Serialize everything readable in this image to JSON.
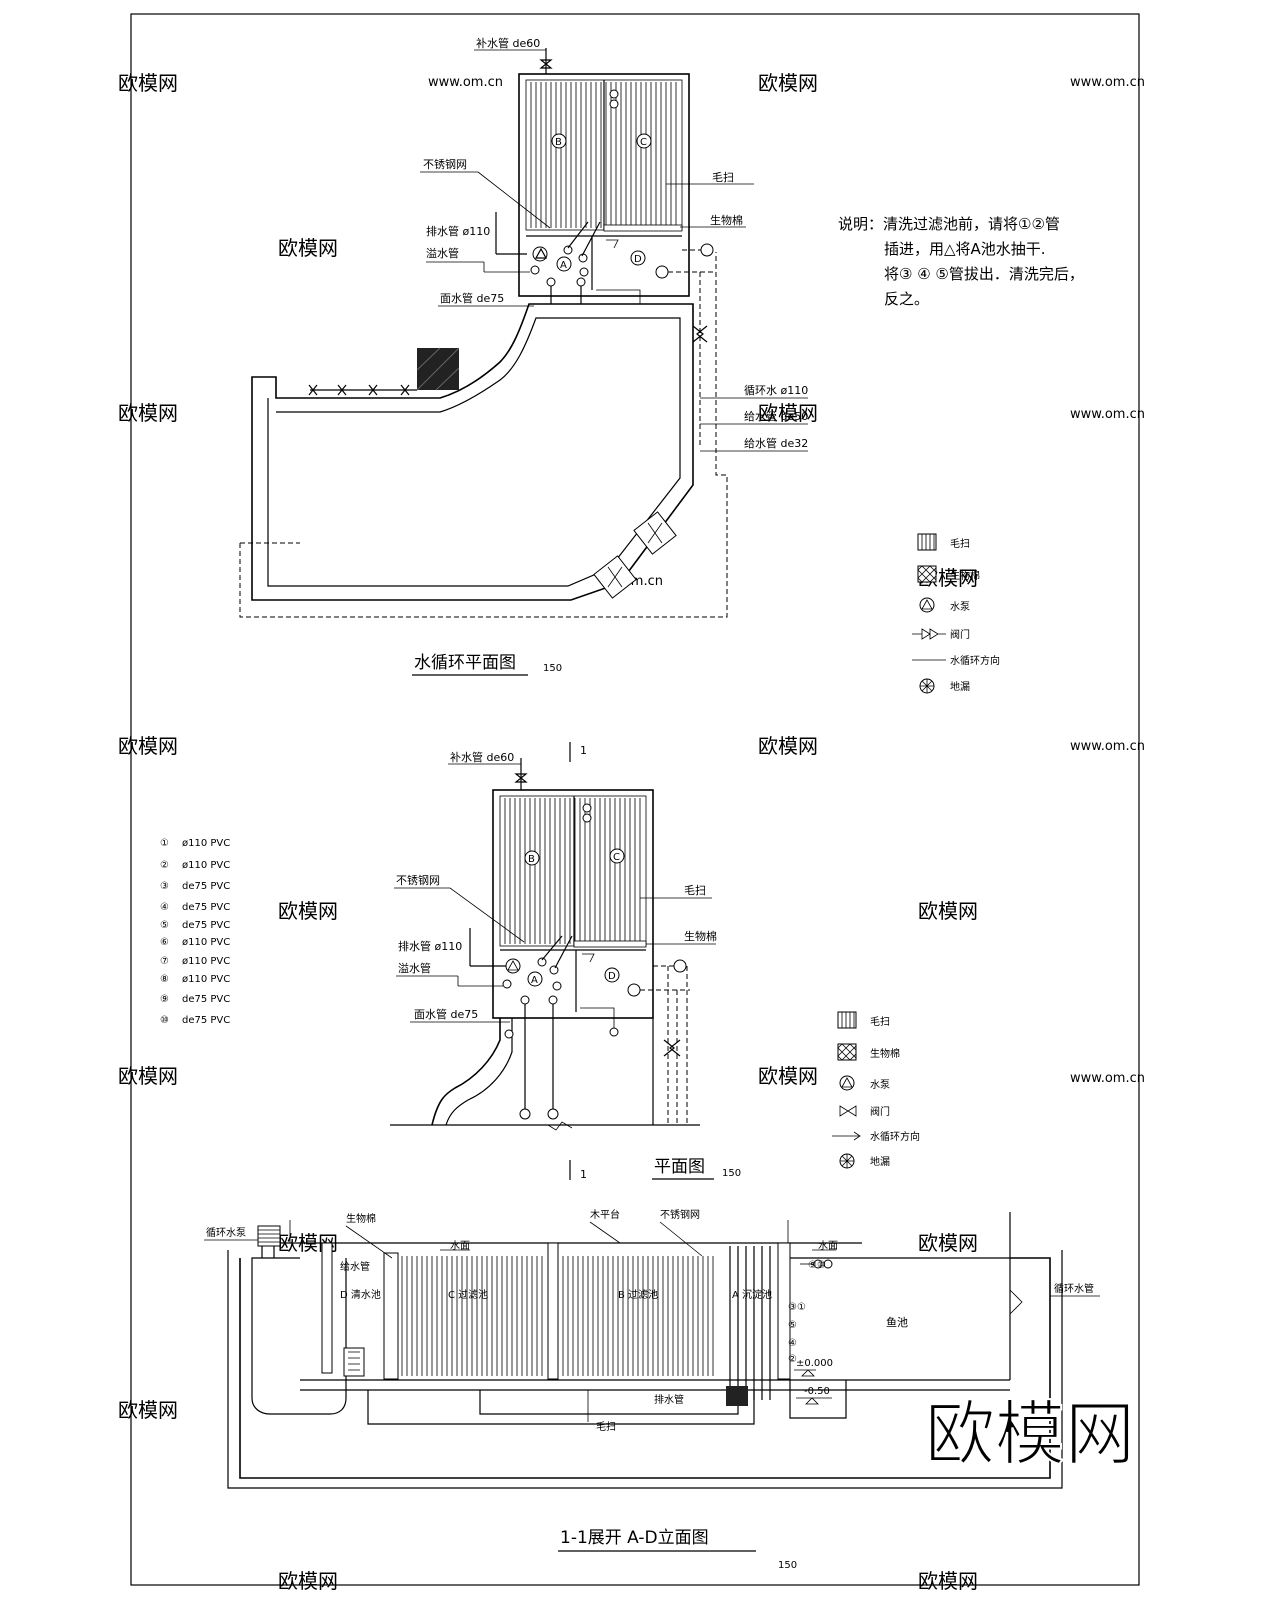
{
  "plan1": {
    "title": "水循环平面图",
    "scale": "150",
    "labels": {
      "makeup": "补水管 de60",
      "mesh": "不锈钢网",
      "drain": "排水管 ø110",
      "overflow": "溢水管",
      "surface": "面水管 de75",
      "brush": "毛扫",
      "biocotton": "生物棉",
      "circ": "循环水 ø110",
      "feed50": "给水管 de50",
      "feed32": "给水管 de32"
    },
    "note": [
      "说明：清洗过滤池前，请将①②管",
      "插进，用△将A池水抽干.",
      "将③ ④ ⑤管拔出．清洗完后，",
      "反之。"
    ],
    "legend": [
      "毛扫",
      "生物棉",
      "水泵",
      "阀门",
      "水循环方向",
      "地漏"
    ]
  },
  "plan2": {
    "title": "平面图",
    "scale": "150",
    "section_mark": "1",
    "labels": {
      "makeup": "补水管 de60",
      "mesh": "不锈钢网",
      "drain": "排水管 ø110",
      "overflow": "溢水管",
      "surface": "面水管 de75",
      "brush": "毛扫",
      "biocotton": "生物棉"
    },
    "pipes": [
      {
        "num": "①",
        "spec": "ø110 PVC"
      },
      {
        "num": "②",
        "spec": "ø110 PVC"
      },
      {
        "num": "③",
        "spec": "de75 PVC"
      },
      {
        "num": "④",
        "spec": "de75 PVC"
      },
      {
        "num": "⑤",
        "spec": "de75 PVC"
      },
      {
        "num": "⑥",
        "spec": "ø110 PVC"
      },
      {
        "num": "⑦",
        "spec": "ø110 PVC"
      },
      {
        "num": "⑧",
        "spec": "ø110 PVC"
      },
      {
        "num": "⑨",
        "spec": "de75 PVC"
      },
      {
        "num": "⑩",
        "spec": "de75 PVC"
      }
    ],
    "legend": [
      "毛扫",
      "生物棉",
      "水泵",
      "阀门",
      "水循环方向",
      "地漏"
    ]
  },
  "section": {
    "title": "1-1展开 A-D立面图",
    "scale": "150",
    "labels": {
      "circ_pump": "循环水泵",
      "biocotton": "生物棉",
      "deck": "木平台",
      "mesh": "不锈钢网",
      "water_level_1": "水面",
      "water_level_2": "水面",
      "feed": "给水管",
      "tank_d": "D 清水池",
      "tank_c": "C 过滤池",
      "tank_b": "B 过滤池",
      "tank_a": "A 沉淀池",
      "fish": "鱼池",
      "circ_pipe": "循环水管",
      "drain": "排水管",
      "brush": "毛扫",
      "level0": "±0.000",
      "level_neg": "-0.50",
      "pipe_nums": [
        "⑨⑩",
        "③①",
        "⑤",
        "④",
        "②"
      ]
    }
  },
  "watermark": {
    "brand": "欧模网",
    "site": "www.om.cn"
  }
}
